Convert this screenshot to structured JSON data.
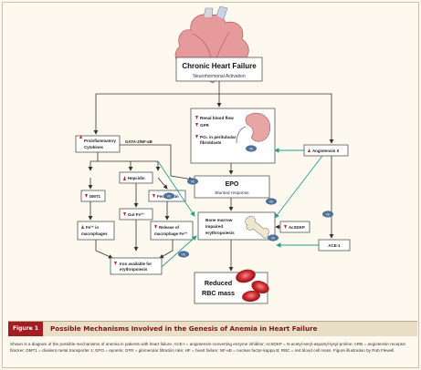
{
  "diagram": {
    "title": "Chronic Heart Failure",
    "subtitle": "Neurohormonal Activation",
    "renal_box": {
      "line1": "Renal blood flow",
      "line2": "GFR",
      "line3": "PO₂ in peritubular",
      "line4": "fibroblasts"
    },
    "epo_box": {
      "title": "EPO",
      "sub": "Blunted response"
    },
    "marrow_box": {
      "line1": "Bone marrow",
      "line2": "Impaired",
      "line3": "erythropoiesis"
    },
    "reduced_box": {
      "line1": "Reduced",
      "line2": "RBC mass"
    },
    "cytokines_box": {
      "line1": "Proinflammatory",
      "line2": "Cytokines"
    },
    "gata_label": "GATA-2/NF-κB",
    "hepcidin_box": "Hepcidin",
    "dmt1_box": "DMT1",
    "ferroportin_box": "Ferroportin",
    "gut_box": "Gut Fe²⁺",
    "fe_macro_box": {
      "line1": "Fe²⁺ in",
      "line2": "macrophages"
    },
    "release_box": {
      "line1": "Release of",
      "line2": "macrophage Fe²⁺"
    },
    "iron_box": {
      "line1": "Iron available for",
      "line2": "erythropoiesis"
    },
    "angiotensin_box": "Angiotensin II",
    "acsdkp_box": "AcSDKP",
    "ace_box": "ACE-1",
    "ve_label": "VE",
    "colors": {
      "arrow_red": "#c0282d",
      "teal": "#2a9d8f",
      "ve_blue": "#4d6f99",
      "brand_red": "#a31e23"
    }
  },
  "figure": {
    "label": "Figure 1",
    "title": "Possible Mechanisms Involved in the Genesis of Anemia in Heart Failure",
    "caption": "Shown is a diagram of the possible mechanisms of anemia in patients with heart failure. ACE-I = angiotensin-converting enzyme inhibitor; AcSDKP = N-acetyl-seryl-aspartyl-lysyl-proline; ARB = angiotensin receptor blocker; DMT1 = divalent metal transporter 1; EPO = epoetin; GFR = glomerular filtration rate; HF = heart failure; NF-κB = nuclear factor-kappa B; RBC = red blood cell mass. Figure illustration by Rob Flewell."
  }
}
